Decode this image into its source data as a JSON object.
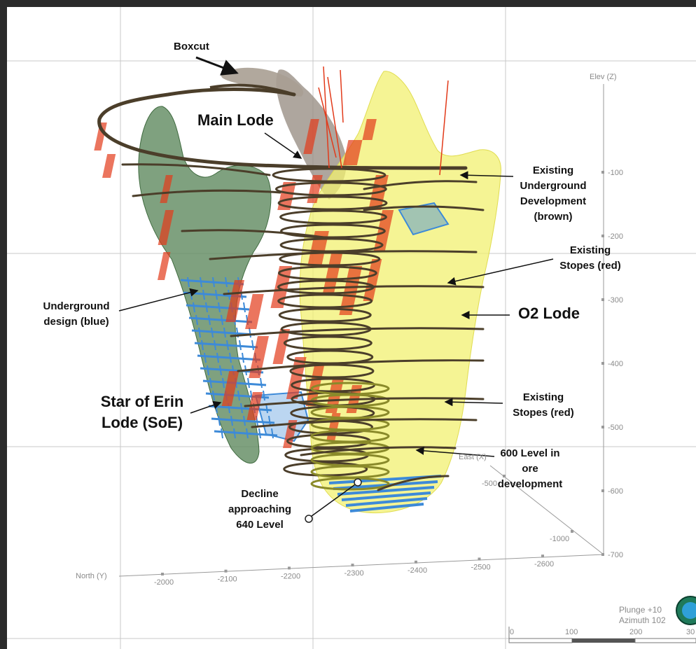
{
  "annotations": {
    "boxcut": "Boxcut",
    "main_lode": "Main Lode",
    "existing_ug_dev": [
      "Existing",
      "Underground",
      "Development",
      "(brown)"
    ],
    "existing_stopes_upper": [
      "Existing",
      "Stopes (red)"
    ],
    "o2_lode": "O2 Lode",
    "ug_design": [
      "Underground",
      "design (blue)"
    ],
    "star_of_erin": [
      "Star of Erin",
      "Lode (SoE)"
    ],
    "existing_stopes_lower": [
      "Existing",
      "Stopes (red)"
    ],
    "level_600": [
      "600 Level in",
      "ore",
      "development"
    ],
    "decline": [
      "Decline",
      "approaching",
      "640 Level"
    ]
  },
  "axes": {
    "elev": {
      "title": "Elev (Z)",
      "ticks": [
        "-100",
        "-200",
        "-300",
        "-400",
        "-500",
        "-600",
        "-700"
      ]
    },
    "north": {
      "title": "North (Y)",
      "ticks": [
        "-2000",
        "-2100",
        "-2200",
        "-2300",
        "-2400",
        "-2500",
        "-2600"
      ]
    },
    "east": {
      "title": "East (X)",
      "ticks": [
        "-500",
        "-1000"
      ]
    }
  },
  "view": {
    "plunge": "Plunge +10",
    "azimuth": "Azimuth 102"
  },
  "scale_bar": {
    "labels": [
      "0",
      "100",
      "200",
      "30"
    ]
  },
  "colors": {
    "background": "#2b2b2b",
    "panel": "#ffffff",
    "o2_lode": "#f2f070",
    "soe_lode": "#5f8a5f",
    "main_lode": "#9a9086",
    "stopes": "#e23a1a",
    "development": "#4b3e2a",
    "design": "#3d8ad8",
    "grid": "#c8c8c8",
    "axis": "#9a9a9a"
  }
}
